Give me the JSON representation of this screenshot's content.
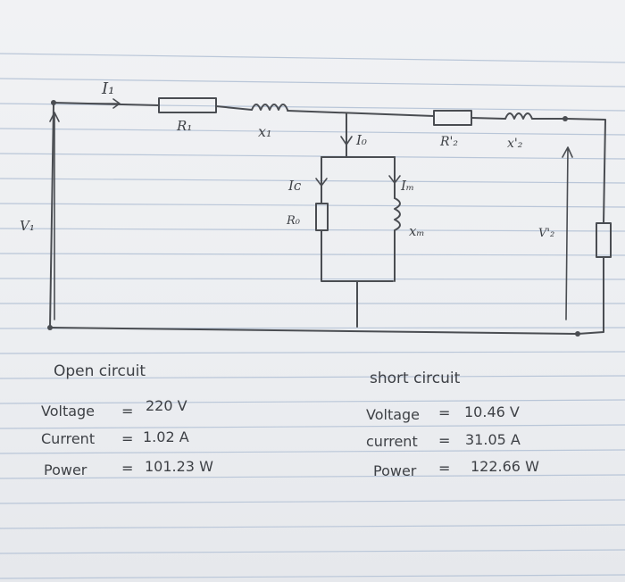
{
  "diagram": {
    "labels": {
      "i1": "I₁",
      "r1": "R₁",
      "x1": "x₁",
      "i0": "I₀",
      "r2": "R'₂",
      "x2": "x'₂",
      "ic": "Iᴄ",
      "im": "Iₘ",
      "r0": "R₀",
      "xm": "xₘ",
      "v1": "V₁",
      "v2": "V'₂"
    }
  },
  "open_circuit": {
    "title": "Open circuit",
    "rows": [
      {
        "label": "Voltage",
        "sep": "=",
        "value": "220 V"
      },
      {
        "label": "Current",
        "sep": "=",
        "value": "1.02 A"
      },
      {
        "label": "Power",
        "sep": "=",
        "value": "101.23 W"
      }
    ]
  },
  "short_circuit": {
    "title": "short circuit",
    "rows": [
      {
        "label": "Voltage",
        "sep": "=",
        "value": "10.46 V"
      },
      {
        "label": "current",
        "sep": "=",
        "value": "31.05 A"
      },
      {
        "label": "Power",
        "sep": "=",
        "value": "122.66 W"
      }
    ]
  }
}
